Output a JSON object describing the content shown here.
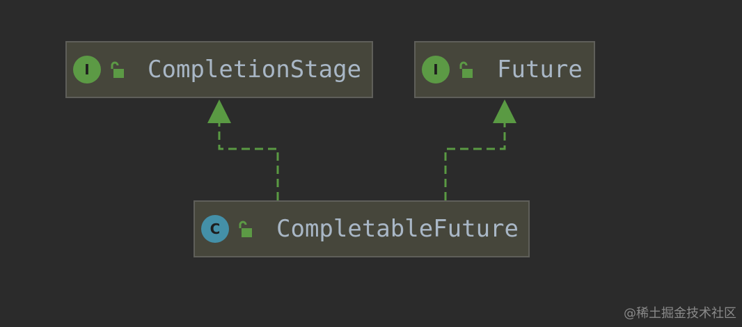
{
  "diagram": {
    "nodes": {
      "completion_stage": {
        "kind": "I",
        "kind_type": "interface",
        "name": "CompletionStage",
        "visibility_icon": "unlocked-public-icon"
      },
      "future": {
        "kind": "I",
        "kind_type": "interface",
        "name": "Future",
        "visibility_icon": "unlocked-public-icon"
      },
      "completable_future": {
        "kind": "C",
        "kind_type": "class",
        "name": "CompletableFuture",
        "visibility_icon": "unlocked-public-icon"
      }
    },
    "edges": [
      {
        "from": "CompletableFuture",
        "to": "CompletionStage",
        "relation": "implements",
        "style": "dashed"
      },
      {
        "from": "CompletableFuture",
        "to": "Future",
        "relation": "implements",
        "style": "dashed"
      }
    ],
    "colors": {
      "background": "#2b2b2b",
      "node_fill": "#46463b",
      "node_border": "#5f5f5a",
      "interface_badge": "#5c9a45",
      "class_badge": "#4490a8",
      "edge": "#5a9a43",
      "text": "#a9b7c6"
    }
  },
  "watermark": "@稀土掘金技术社区"
}
